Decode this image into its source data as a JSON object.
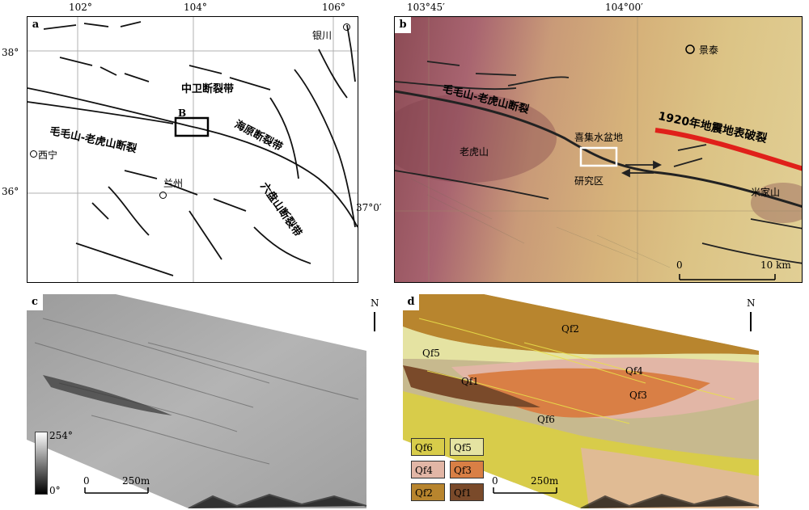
{
  "panel_a": {
    "label": "a",
    "top_ticks": [
      "102°",
      "104°",
      "106°"
    ],
    "left_ticks": [
      "38°",
      "36°"
    ],
    "places": {
      "yinchuan": "银川",
      "xining": "西宁",
      "lanzhou": "兰州"
    },
    "faults": {
      "zhongwei": "中卫断裂带",
      "maomaoshan": "毛毛山-老虎山断裂",
      "haiyuan": "海原断裂带",
      "liupanshan": "六盘山断裂带"
    },
    "box_label": "B"
  },
  "panel_b": {
    "label": "b",
    "top_ticks": [
      "103°45′",
      "104°00′"
    ],
    "right_tick": "37°0′",
    "places": {
      "jingtai": "景泰",
      "laohushan": "老虎山",
      "mijiashan": "米家山",
      "basin": "喜集水盆地",
      "study_area": "研究区"
    },
    "faults": {
      "maomaoshan": "毛毛山-老虎山断裂",
      "rupture": "1920年地震地表破裂"
    },
    "scale": {
      "start": "0",
      "end": "10 km"
    },
    "colors": {
      "rupture": "#e0201a"
    }
  },
  "panel_c": {
    "label": "c",
    "north": "N",
    "colorbar": {
      "max": "254°",
      "min": "0°"
    },
    "scale": {
      "start": "0",
      "end": "250m"
    }
  },
  "panel_d": {
    "label": "d",
    "north": "N",
    "units": [
      "Qf2",
      "Qf5",
      "Qf1",
      "Qf4",
      "Qf3",
      "Qf6"
    ],
    "legend": [
      {
        "label": "Qf6",
        "color": "#d8cc4a"
      },
      {
        "label": "Qf5",
        "color": "#e5e3a2"
      },
      {
        "label": "Qf4",
        "color": "#e2b6a6"
      },
      {
        "label": "Qf3",
        "color": "#d97f45"
      },
      {
        "label": "Qf2",
        "color": "#b8852e"
      },
      {
        "label": "Qf1",
        "color": "#7a4a2a"
      }
    ],
    "scale": {
      "start": "0",
      "end": "250m"
    }
  }
}
